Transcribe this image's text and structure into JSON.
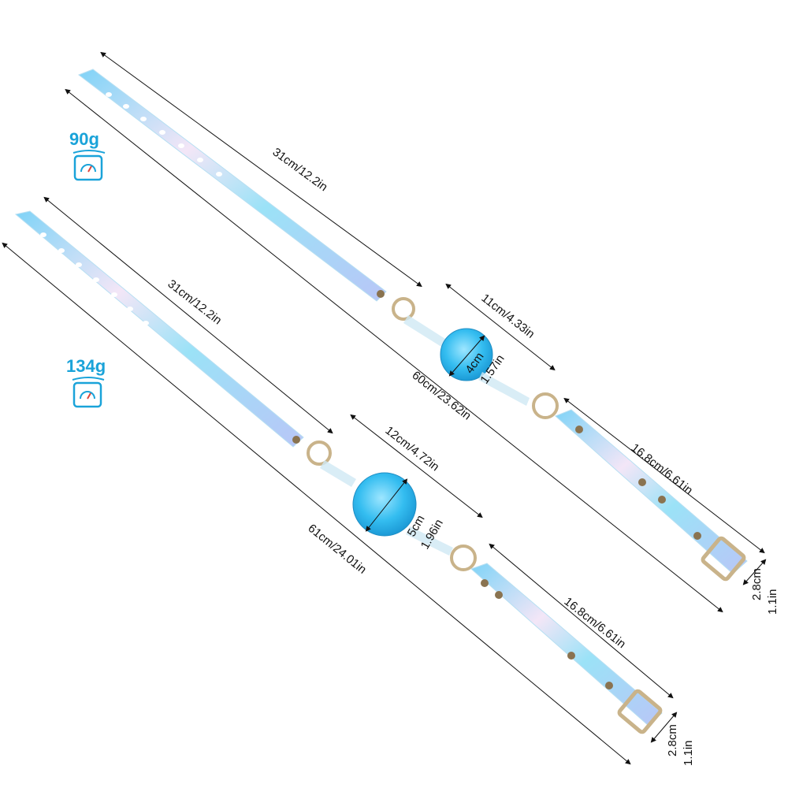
{
  "products": [
    {
      "weight": "90g",
      "strap_length": "31cm/12.2in",
      "total_length": "60cm/23.62in",
      "ball_to_ring": "11cm/4.33in",
      "ball_diameter_cm": "4cm",
      "ball_diameter_in": "1.57in",
      "buckle_strap": "16.8cm/6.61in",
      "strap_width_cm": "2.8cm",
      "strap_width_in": "1.1in"
    },
    {
      "weight": "134g",
      "strap_length": "31cm/12.2in",
      "total_length": "61cm/24.01in",
      "ball_to_ring": "12cm/4.72in",
      "ball_diameter_cm": "5cm",
      "ball_diameter_in": "1.96in",
      "buckle_strap": "16.8cm/6.61in",
      "strap_width_cm": "2.8cm",
      "strap_width_in": "1.1in"
    }
  ],
  "icons": {
    "scale": "scale-icon"
  },
  "colors": {
    "accent": "#1aa3d9",
    "ball": "#3cc3f0",
    "strap": "#9fdcf5",
    "metal": "#c9b38a"
  }
}
